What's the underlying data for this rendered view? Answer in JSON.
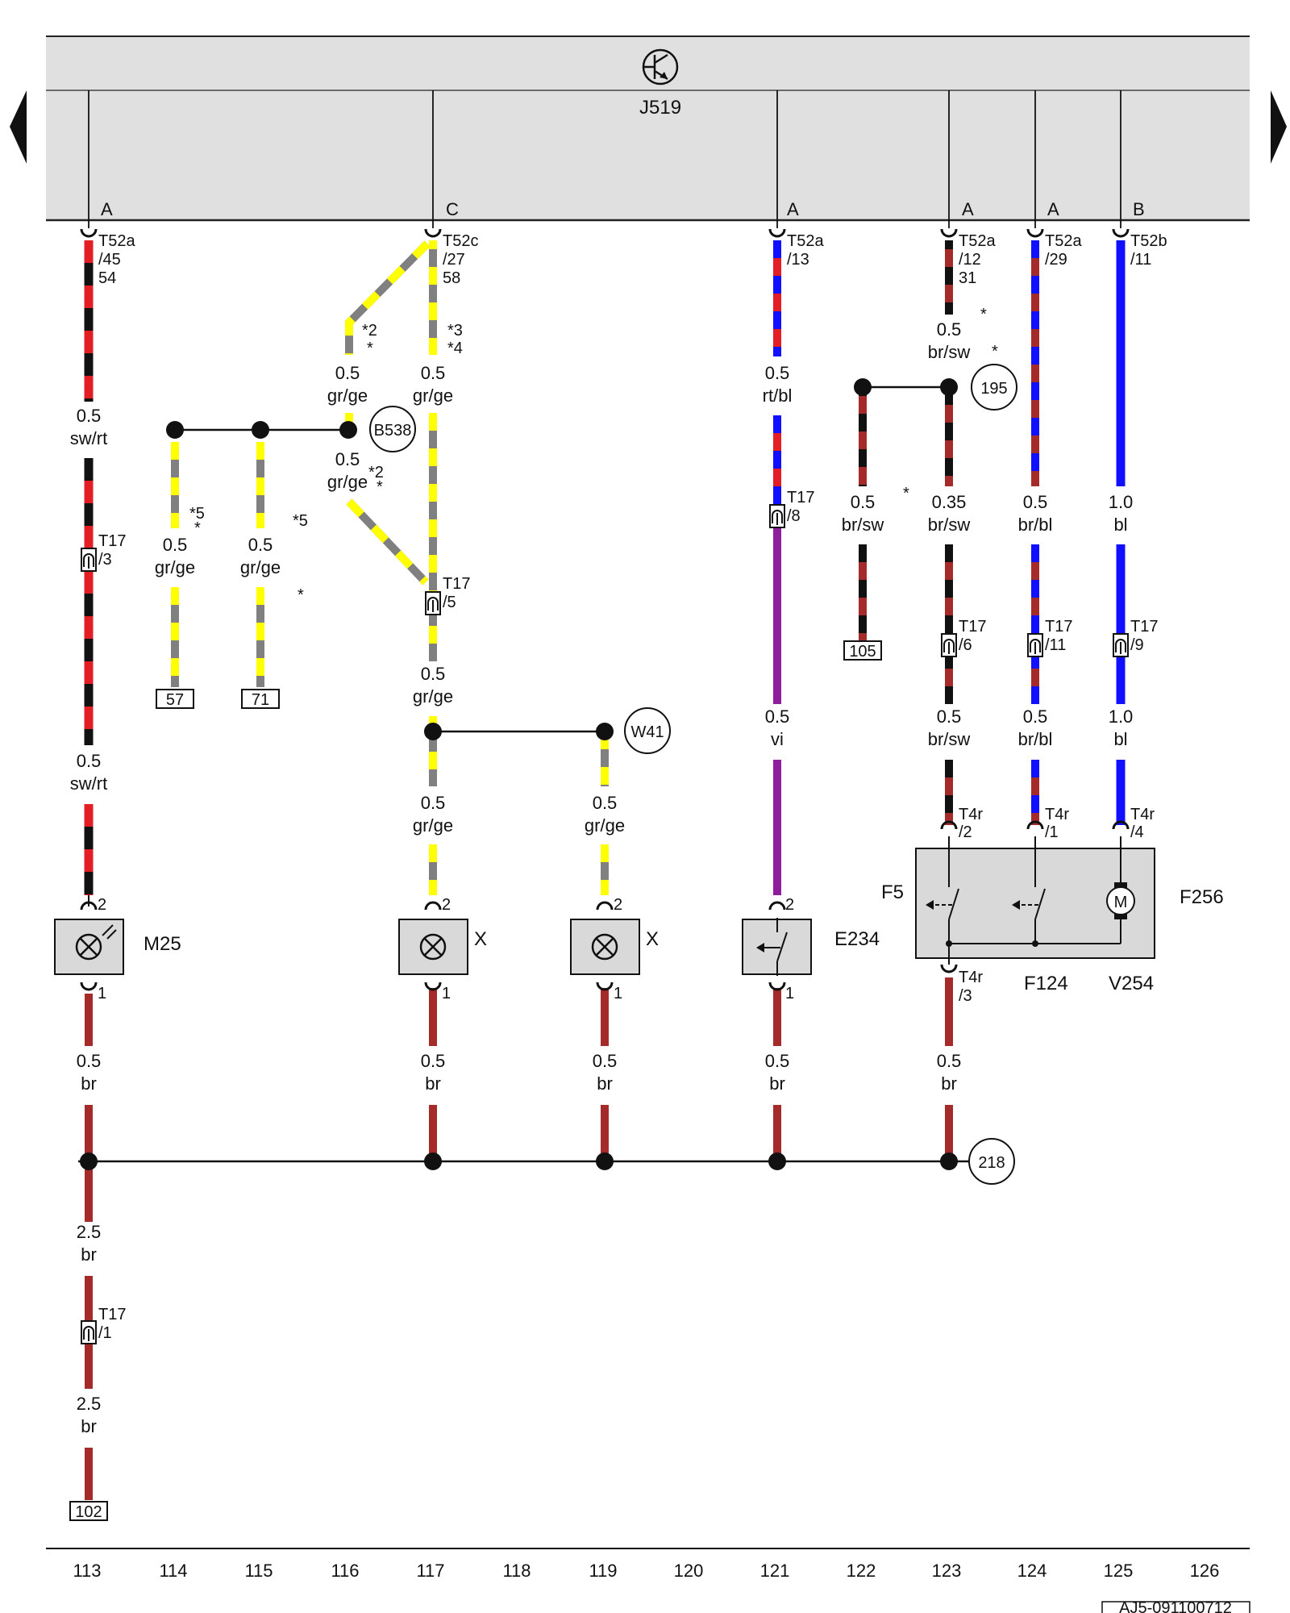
{
  "control_unit": {
    "name": "J519"
  },
  "pins": {
    "p113": {
      "letter": "A",
      "conn": "T52a",
      "num": "/45",
      "ext": "54"
    },
    "p117": {
      "letter": "C",
      "conn": "T52c",
      "num": "/27",
      "ext": "58"
    },
    "p121": {
      "letter": "A",
      "conn": "T52a",
      "num": "/13"
    },
    "p123": {
      "letter": "A",
      "conn": "T52a",
      "num": "/12",
      "ext": "31"
    },
    "p124": {
      "letter": "A",
      "conn": "T52a",
      "num": "/29"
    },
    "p125": {
      "letter": "B",
      "conn": "T52b",
      "num": "/11"
    }
  },
  "wires": {
    "w113a": {
      "size": "0.5",
      "color": "sw/rt"
    },
    "w113b": {
      "size": "0.5",
      "color": "sw/rt"
    },
    "w113c": {
      "size": "0.5",
      "color": "br"
    },
    "w113d": {
      "size": "2.5",
      "color": "br"
    },
    "w113e": {
      "size": "2.5",
      "color": "br"
    },
    "w116a": {
      "size": "0.5",
      "color": "gr/ge"
    },
    "w116b": {
      "size": "0.5",
      "color": "gr/ge"
    },
    "w117a": {
      "size": "0.5",
      "color": "gr/ge"
    },
    "w117b": {
      "size": "0.5",
      "color": "gr/ge"
    },
    "w117c": {
      "size": "0.5",
      "color": "gr/ge"
    },
    "w117d": {
      "size": "0.5",
      "color": "br"
    },
    "w114": {
      "size": "0.5",
      "color": "gr/ge"
    },
    "w115": {
      "size": "0.5",
      "color": "gr/ge"
    },
    "w119a": {
      "size": "0.5",
      "color": "gr/ge"
    },
    "w119b": {
      "size": "0.5",
      "color": "br"
    },
    "w121a": {
      "size": "0.5",
      "color": "rt/bl"
    },
    "w121b": {
      "size": "0.5",
      "color": "vi"
    },
    "w121c": {
      "size": "0.5",
      "color": "br"
    },
    "w122": {
      "size": "0.5",
      "color": "br/sw"
    },
    "w123a": {
      "size": "0.5",
      "color": "br/sw"
    },
    "w123b": {
      "size": "0.35",
      "color": "br/sw"
    },
    "w123c": {
      "size": "0.5",
      "color": "br/sw"
    },
    "w123d": {
      "size": "0.5",
      "color": "br"
    },
    "w124a": {
      "size": "0.5",
      "color": "br/bl"
    },
    "w124b": {
      "size": "0.5",
      "color": "br/bl"
    },
    "w125a": {
      "size": "1.0",
      "color": "bl"
    },
    "w125b": {
      "size": "1.0",
      "color": "bl"
    }
  },
  "t17": {
    "t3": {
      "conn": "T17",
      "num": "/3"
    },
    "t5": {
      "conn": "T17",
      "num": "/5"
    },
    "t8": {
      "conn": "T17",
      "num": "/8"
    },
    "t6": {
      "conn": "T17",
      "num": "/6"
    },
    "t11": {
      "conn": "T17",
      "num": "/11"
    },
    "t9": {
      "conn": "T17",
      "num": "/9"
    },
    "t1": {
      "conn": "T17",
      "num": "/1"
    }
  },
  "t4r": {
    "p2": {
      "conn": "T4r",
      "num": "/2"
    },
    "p1": {
      "conn": "T4r",
      "num": "/1"
    },
    "p4": {
      "conn": "T4r",
      "num": "/4"
    },
    "p3": {
      "conn": "T4r",
      "num": "/3"
    }
  },
  "footnotes": {
    "n2a": "*2",
    "n2b": "*",
    "n34a": "*3",
    "n34b": "*4",
    "n2c": "*2",
    "n2d": "*",
    "n5a": "*5",
    "n5b": "*",
    "n5c": "*5",
    "n5d": "*",
    "s123a": "*",
    "s123b": "*",
    "s122": "*"
  },
  "components": {
    "M25": "M25",
    "X1": "X",
    "X2": "X",
    "E234": "E234",
    "F5": "F5",
    "F256": "F256",
    "F124": "F124",
    "V254": "V254",
    "motor": "M"
  },
  "pin_numbers": {
    "m25_top": "2",
    "m25_bot": "1",
    "x1_top": "2",
    "x1_bot": "1",
    "x2_top": "2",
    "x2_bot": "1",
    "e234_top": "2",
    "e234_bot": "1"
  },
  "connections": {
    "B538": "B538",
    "W41": "W41",
    "c195": "195",
    "c218": "218"
  },
  "references": {
    "r57": "57",
    "r71": "71",
    "r105": "105",
    "r102": "102"
  },
  "track_numbers": [
    "113",
    "114",
    "115",
    "116",
    "117",
    "118",
    "119",
    "120",
    "121",
    "122",
    "123",
    "124",
    "125",
    "126"
  ],
  "doc_id": "AJ5-091100712",
  "colors": {
    "sw": "#111111",
    "rt": "#e31e24",
    "br": "#a52a2a",
    "gr": "#808080",
    "ge": "#ffff00",
    "bl": "#1010ff",
    "vi": "#8e1e9c",
    "panel": "#e0e0e0"
  }
}
